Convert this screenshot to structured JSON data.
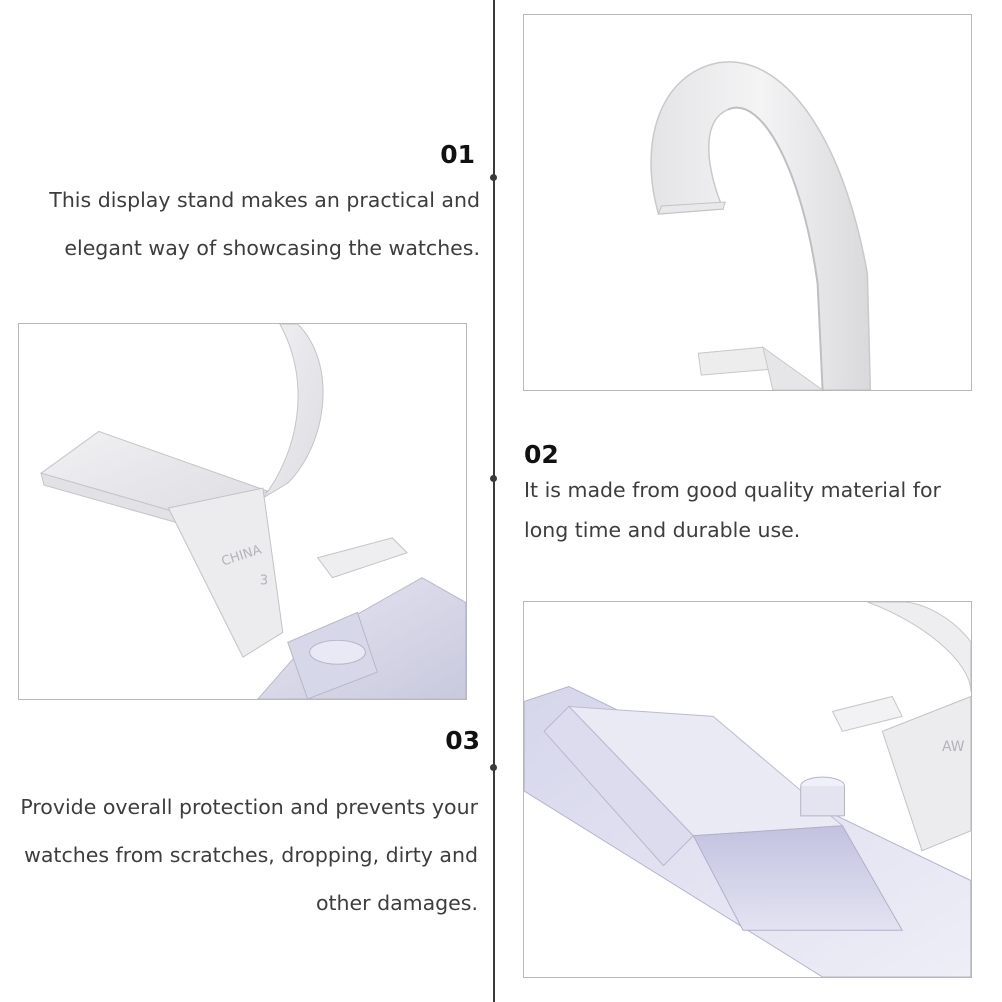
{
  "features": [
    {
      "number": "01",
      "line1": "This display stand makes an practical and",
      "line2": "elegant way of showcasing the watches."
    },
    {
      "number": "02",
      "line1": "It is made from good quality material for",
      "line2": "long time and durable use."
    },
    {
      "number": "03",
      "line1": "Provide overall protection and prevents your",
      "line2": "watches from scratches, dropping, dirty and",
      "line3": "other damages."
    }
  ],
  "photos": {
    "cuff_top_right": {
      "engraving": ""
    },
    "stand_left": {
      "engraving_line1": "CHINA",
      "engraving_line2": "3"
    },
    "base_bottom_right": {
      "engraving": "AW"
    }
  },
  "colors": {
    "line": "#3a3a3a",
    "number": "#111111",
    "text": "#3d3d3d",
    "frame": "#b8b8b8"
  }
}
